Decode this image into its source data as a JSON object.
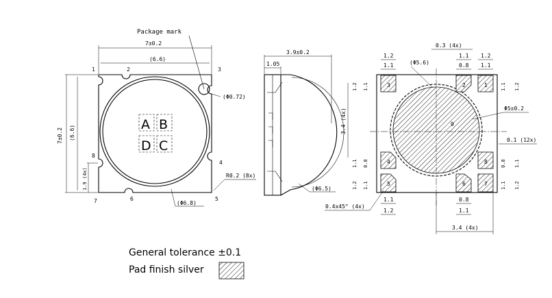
{
  "labels": {
    "package_mark": "Package mark",
    "width_top": "7±0.2",
    "width_ref": "(6.6)",
    "pad_hole": "(Φ0.72)",
    "height_left": "7±0.2",
    "height_ref": "(6.6)",
    "side_pitch": "1.9 (4x)",
    "corner_radius": "R0.2 (8x)",
    "dome_dia": "(Φ6.8)",
    "side_height": "3.9±0.2",
    "side_base": "1.05",
    "lens_dia": "(Φ6.5)",
    "pad_top_gap": "0.3 (4x)",
    "pad_size_a": "1.2",
    "pad_size_b": "1.1",
    "pad_size_c": "0.8",
    "pad_ring": "(Φ5.6)",
    "pad_center": "Φ5±0.2",
    "pad_tol": "0.1 (12x)",
    "pad_pitch_v": "3.4 (4x)",
    "pad_pitch_h": "3.4 (4x)",
    "chamfer": "0.4x45° (4x)",
    "general_tolerance": "General tolerance ±0.1",
    "pad_finish": "Pad finish silver"
  },
  "pins": [
    "1",
    "2",
    "3",
    "4",
    "5",
    "6",
    "7",
    "8",
    "9"
  ],
  "abc": [
    "A",
    "B",
    "D",
    "C"
  ]
}
